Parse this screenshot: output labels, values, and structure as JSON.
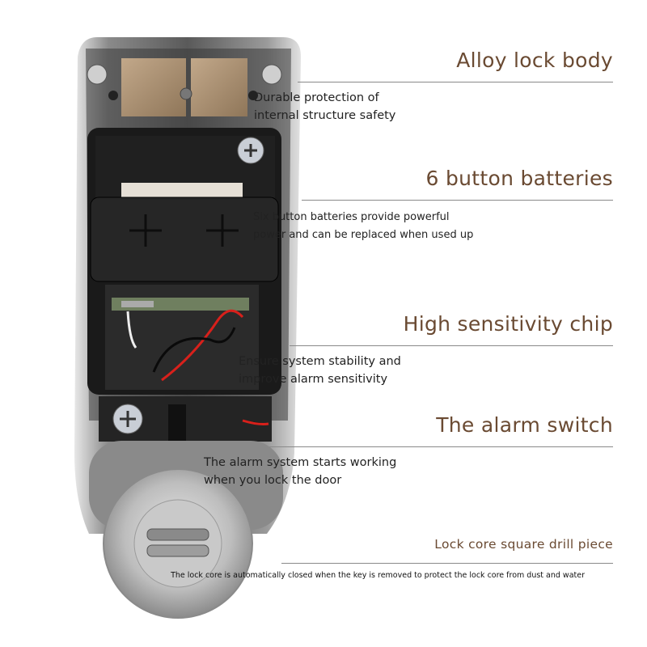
{
  "callouts": [
    {
      "title": "Alloy lock body",
      "lines": [
        "Durable protection of",
        "internal structure safety"
      ]
    },
    {
      "title": "6 button batteries",
      "lines": [
        "Six button batteries provide powerful",
        "power and can be replaced when used up"
      ]
    },
    {
      "title": "High sensitivity chip",
      "lines": [
        "Ensure system stability and",
        "improve alarm sensitivity"
      ]
    },
    {
      "title": "The alarm switch",
      "lines": [
        "The alarm system starts working",
        "when you lock the door"
      ]
    },
    {
      "title": "Lock core square drill piece",
      "lines": [
        "The lock core is automatically closed when the key is removed to protect the lock core from dust and water"
      ]
    }
  ],
  "colors": {
    "title_brown": "#6a4a32",
    "chrome": "#c9c9c9",
    "black_cover": "#1a1a1a",
    "wire_red": "#d8201b"
  }
}
